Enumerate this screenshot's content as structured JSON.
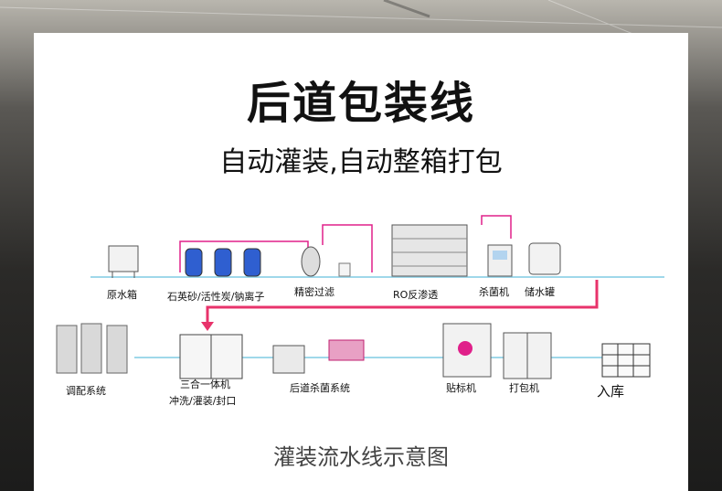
{
  "title": "后道包装线",
  "subtitle": "自动灌装,自动整箱打包",
  "caption": "灌装流水线示意图",
  "diagram": {
    "labels": {
      "raw_tank": "原水箱",
      "filters": "石英砂/活性炭/钠离子",
      "precision_filter": "精密过滤",
      "ro": "RO反渗透",
      "sterilizer": "杀菌机",
      "storage_tank": "储水罐",
      "mixing": "调配系统",
      "filler": "三合一体机",
      "filler_sub": "冲洗/灌装/封口",
      "post_sterilize": "后道杀菌系统",
      "labeler": "贴标机",
      "packer": "打包机",
      "warehouse": "入库"
    },
    "colors": {
      "pipe_upper": "#9fd8ea",
      "pipe_magenta": "#e0208a",
      "pipe_red": "#e8336b",
      "vessel_blue": "#2f5fd0"
    }
  }
}
